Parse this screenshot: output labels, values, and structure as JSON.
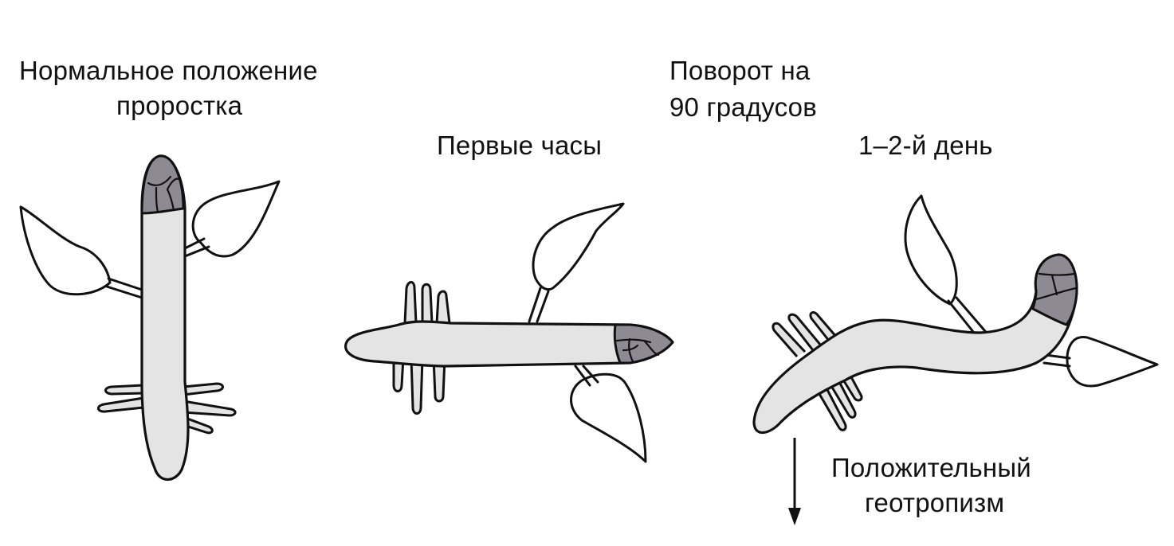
{
  "labels": {
    "normal_line1": "Нормальное положение",
    "normal_line2": "проростка",
    "turn_line1": "Поворот на",
    "turn_line2": "90 градусов",
    "first_hours": "Первые часы",
    "day": "1–2-й день",
    "geotropism_line1": "Положительный",
    "geotropism_line2": "геотропизм"
  },
  "colors": {
    "outline": "#111111",
    "stem_fill": "#e4e4e4",
    "root_cap_fill": "#8e8a94",
    "leaf_fill": "#ffffff",
    "background": "#ffffff"
  },
  "icons": {
    "arrow": "down-arrow-icon"
  }
}
